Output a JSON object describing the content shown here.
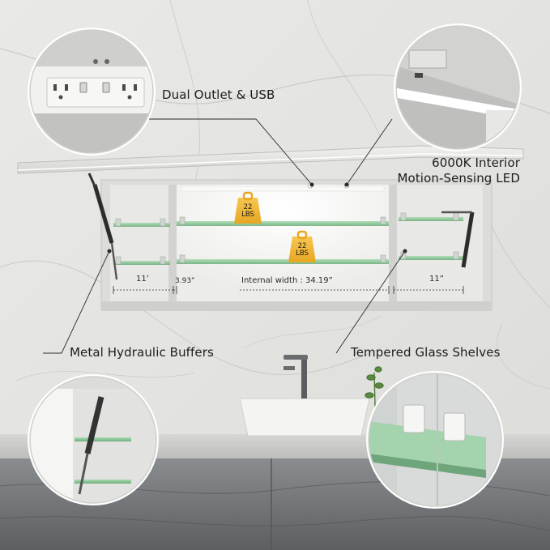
{
  "callouts": {
    "outlet": "Dual Outlet & USB",
    "led_line1": "6000K Interior",
    "led_line2": "Motion-Sensing LED",
    "buffers": "Metal Hydraulic Buffers",
    "shelves": "Tempered Glass Shelves"
  },
  "weights": {
    "top_value": "22",
    "top_unit": "LBS",
    "mid_value": "22",
    "mid_unit": "LBS"
  },
  "dimensions": {
    "left_width": "11’",
    "gap_width": "3.93”",
    "internal_width": "Internal width : 34.19”",
    "right_width": "11”"
  },
  "colors": {
    "marble": "#e6e6e3",
    "cabinet": "#dededd",
    "glass": "#8fc79a",
    "countertop": "#6f7375"
  }
}
